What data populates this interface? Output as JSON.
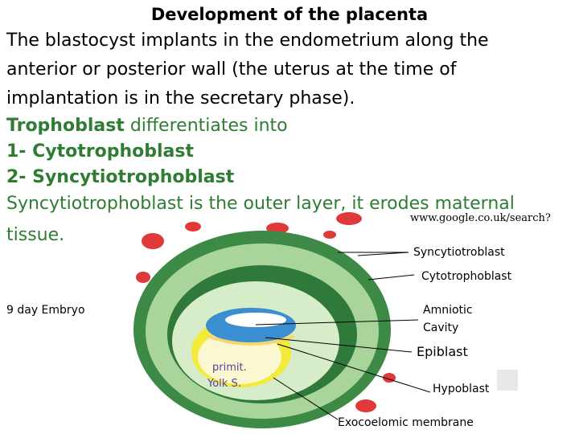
{
  "title": "Development of the placenta",
  "paragraph": {
    "line1": "The blastocyst implants in the endometrium along the",
    "line2": "anterior or posterior wall (the uterus at the time of",
    "line3": "implantation is in the secretary phase).",
    "trophoblast_bold": "Trophoblast",
    "trophoblast_rest": " differentiates into",
    "item1": "1- Cytotrophoblast",
    "item2": "2- Syncytiotrophoblast",
    "line7": "Syncytiotrophoblast is the outer layer, it erodes maternal",
    "line8": "tissue."
  },
  "source": "www.google.co.uk/search?",
  "figure_labels": {
    "embryo": "9 day Embryo",
    "syncytio": "Syncytiotroblast",
    "cyto": "Cytotrophoblast",
    "amniotic_1": "Amniotic",
    "amniotic_2": "Cavity",
    "epiblast": "Epiblast",
    "yolk_1": "primit.",
    "yolk_2": "Yolk S.",
    "hypoblast": "Hypoblast",
    "exocoelomic": "Exocoelomic membrane"
  },
  "colors": {
    "green_text": "#2e7d32",
    "outer_green": "#3c8a45",
    "light_green": "#a9d59b",
    "yolk_yellow": "#f3ea3a",
    "epiblast_blue": "#3b8fd1",
    "maternal_red": "#e0393a"
  }
}
